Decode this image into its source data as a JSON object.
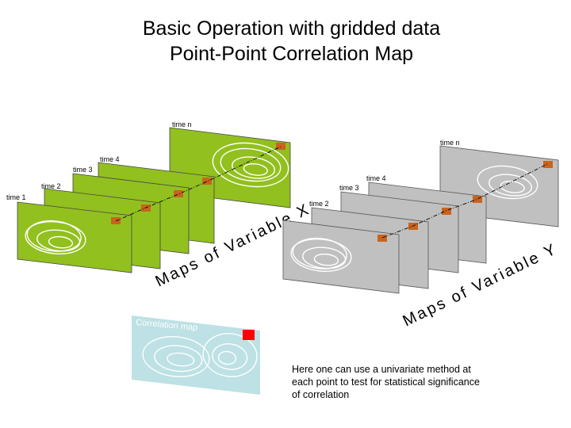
{
  "title": {
    "line1": "Basic Operation with gridded data",
    "line2": "Point-Point Correlation Map"
  },
  "colors": {
    "variable_x_panel": "#92c01f",
    "variable_y_panel": "#c0c0c0",
    "correlation_panel": "#bde1e4",
    "point_marker": "#c8641e",
    "correlation_point": "#ff0000"
  },
  "variable_x": {
    "label": "Maps of Variable X",
    "panels": [
      {
        "time_label": "time 1"
      },
      {
        "time_label": "time 2"
      },
      {
        "time_label": "time 3"
      },
      {
        "time_label": "time 4"
      },
      {
        "time_label": "time n"
      }
    ]
  },
  "variable_y": {
    "label": "Maps of Variable Y",
    "panels": [
      {
        "time_label": "time 2"
      },
      {
        "time_label": "time 3"
      },
      {
        "time_label": "time 4"
      },
      {
        "time_label": "time n"
      }
    ]
  },
  "correlation_map": {
    "label": "Correlation map"
  },
  "note": "Here one can use a univariate method at each point to test for statistical significance of correlation"
}
